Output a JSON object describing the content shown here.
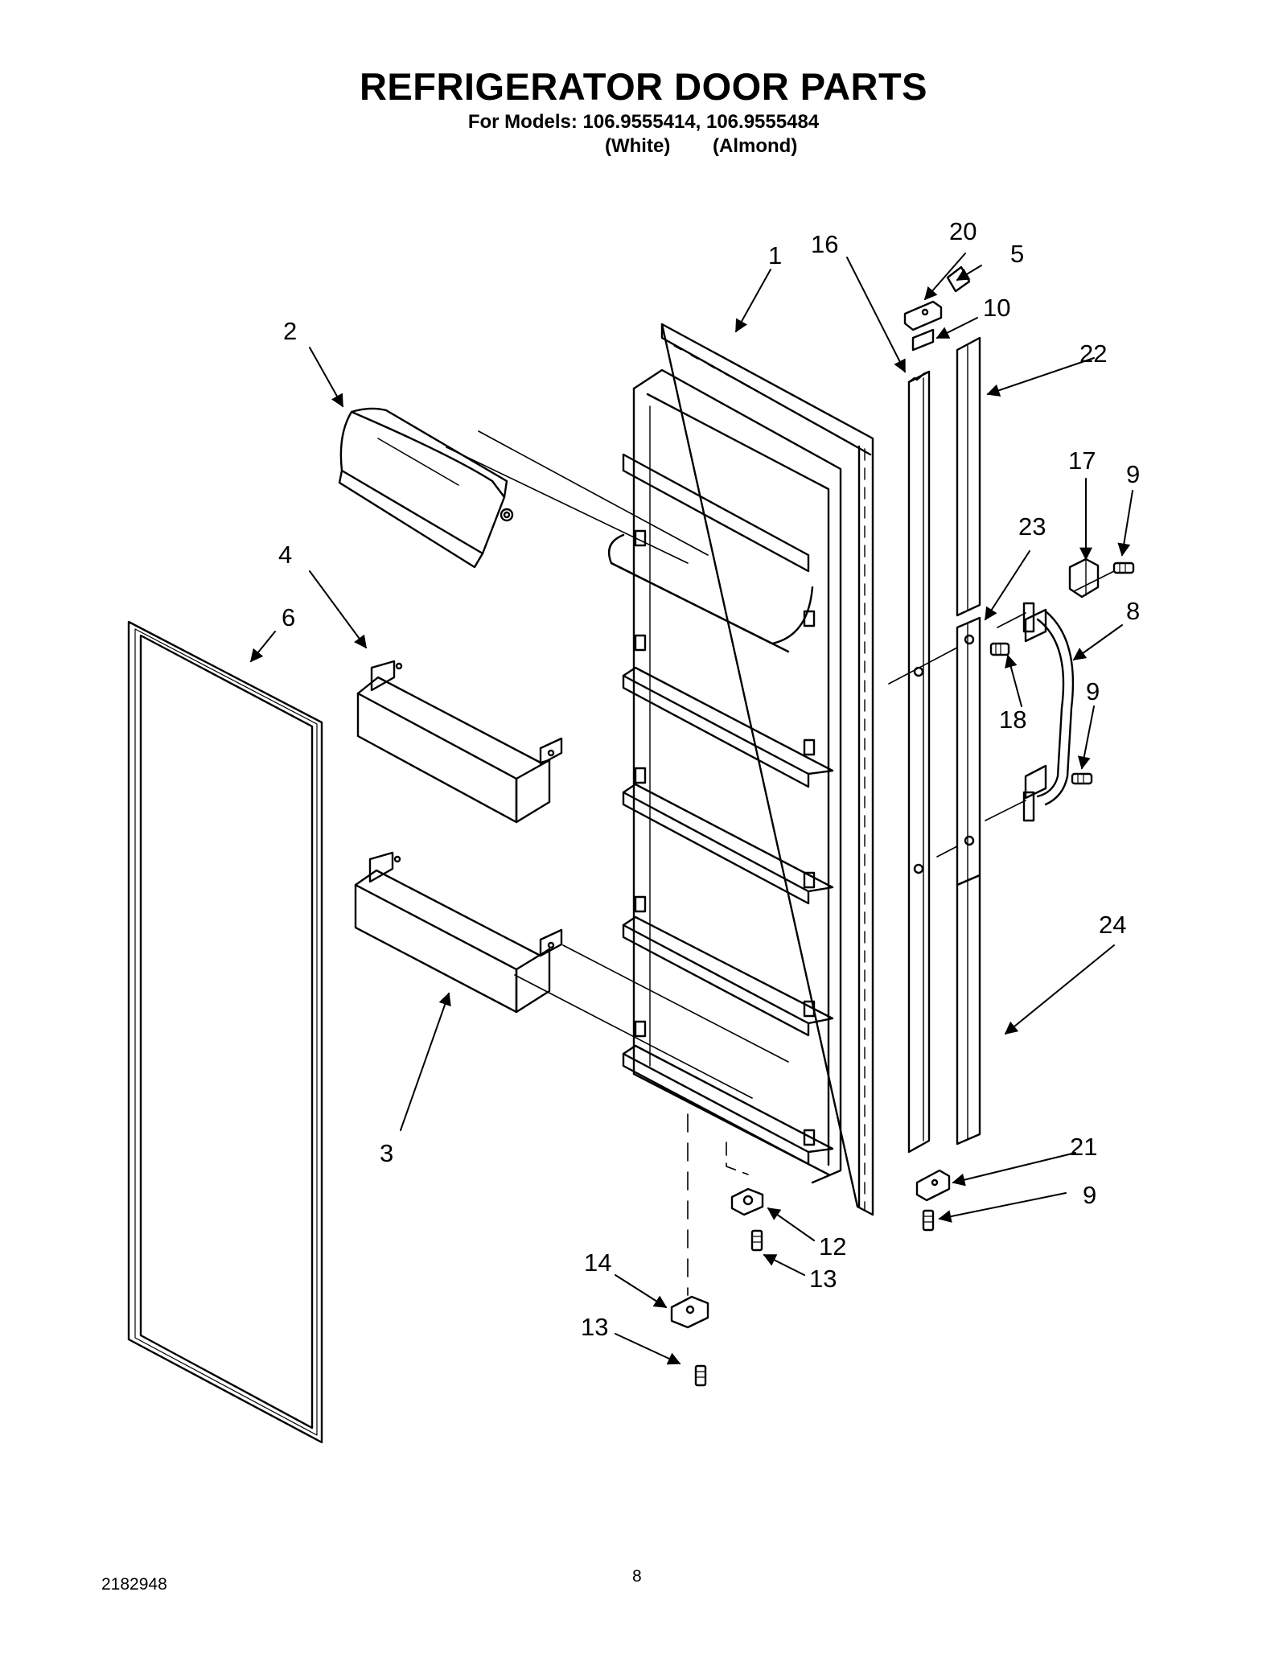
{
  "title": "REFRIGERATOR DOOR PARTS",
  "subtitle": "For Models: 106.9555414, 106.9555484",
  "color_labels": [
    "(White)",
    "(Almond)"
  ],
  "footer": {
    "doc_number": "2182948",
    "page_number": "8"
  },
  "callouts": [
    "1",
    "2",
    "3",
    "4",
    "5",
    "6",
    "8",
    "9",
    "9",
    "9",
    "10",
    "12",
    "13",
    "13",
    "14",
    "16",
    "17",
    "18",
    "20",
    "21",
    "22",
    "23",
    "24"
  ]
}
